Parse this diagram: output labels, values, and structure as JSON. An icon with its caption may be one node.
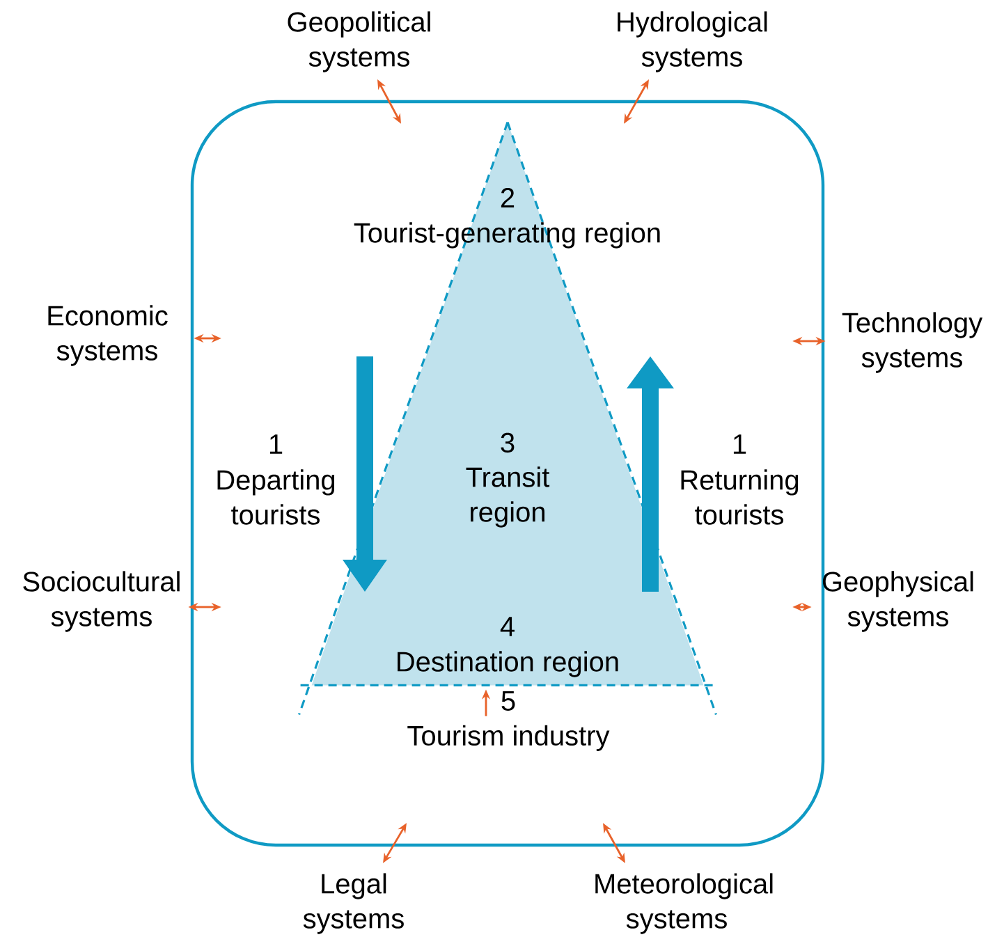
{
  "diagram": {
    "nodes": [
      {
        "text": [],
        "shape": "box"
      },
      {
        "text": [
          "2",
          "Tourist-generating region",
          "3",
          "Transit region",
          "4",
          "Destination region"
        ],
        "in": 0
      },
      {
        "text": [
          "5",
          "Tourism industry"
        ],
        "in": 0
      },
      {
        "text": [
          "Geopolitical systems"
        ]
      },
      {
        "text": [
          "Hydrological systems"
        ]
      },
      {
        "text": [
          "Economic systems"
        ]
      },
      {
        "text": [
          "Technology systems"
        ]
      },
      {
        "text": [
          "Sociocultural systems"
        ]
      },
      {
        "text": [
          "Geophysical systems"
        ]
      },
      {
        "text": [
          "Legal systems"
        ]
      },
      {
        "text": [
          "Meteorological systems"
        ]
      }
    ],
    "edges": [
      {
        "from": 2,
        "to": 1,
        "arrow": "to"
      },
      {
        "from": 3,
        "to": 0,
        "arrow": "both"
      },
      {
        "from": 4,
        "to": 0,
        "arrow": "both"
      },
      {
        "from": 5,
        "to": 0,
        "arrow": "both"
      },
      {
        "from": 6,
        "to": 0,
        "arrow": "both"
      },
      {
        "from": 7,
        "to": 0,
        "arrow": "both"
      },
      {
        "from": 8,
        "to": 0,
        "arrow": "both"
      },
      {
        "from": 9,
        "to": 0,
        "arrow": "both"
      },
      {
        "from": 10,
        "to": 0,
        "arrow": "both"
      }
    ],
    "labels": [
      "1",
      "Departing tourists",
      "1",
      "Returning tourists"
    ]
  }
}
